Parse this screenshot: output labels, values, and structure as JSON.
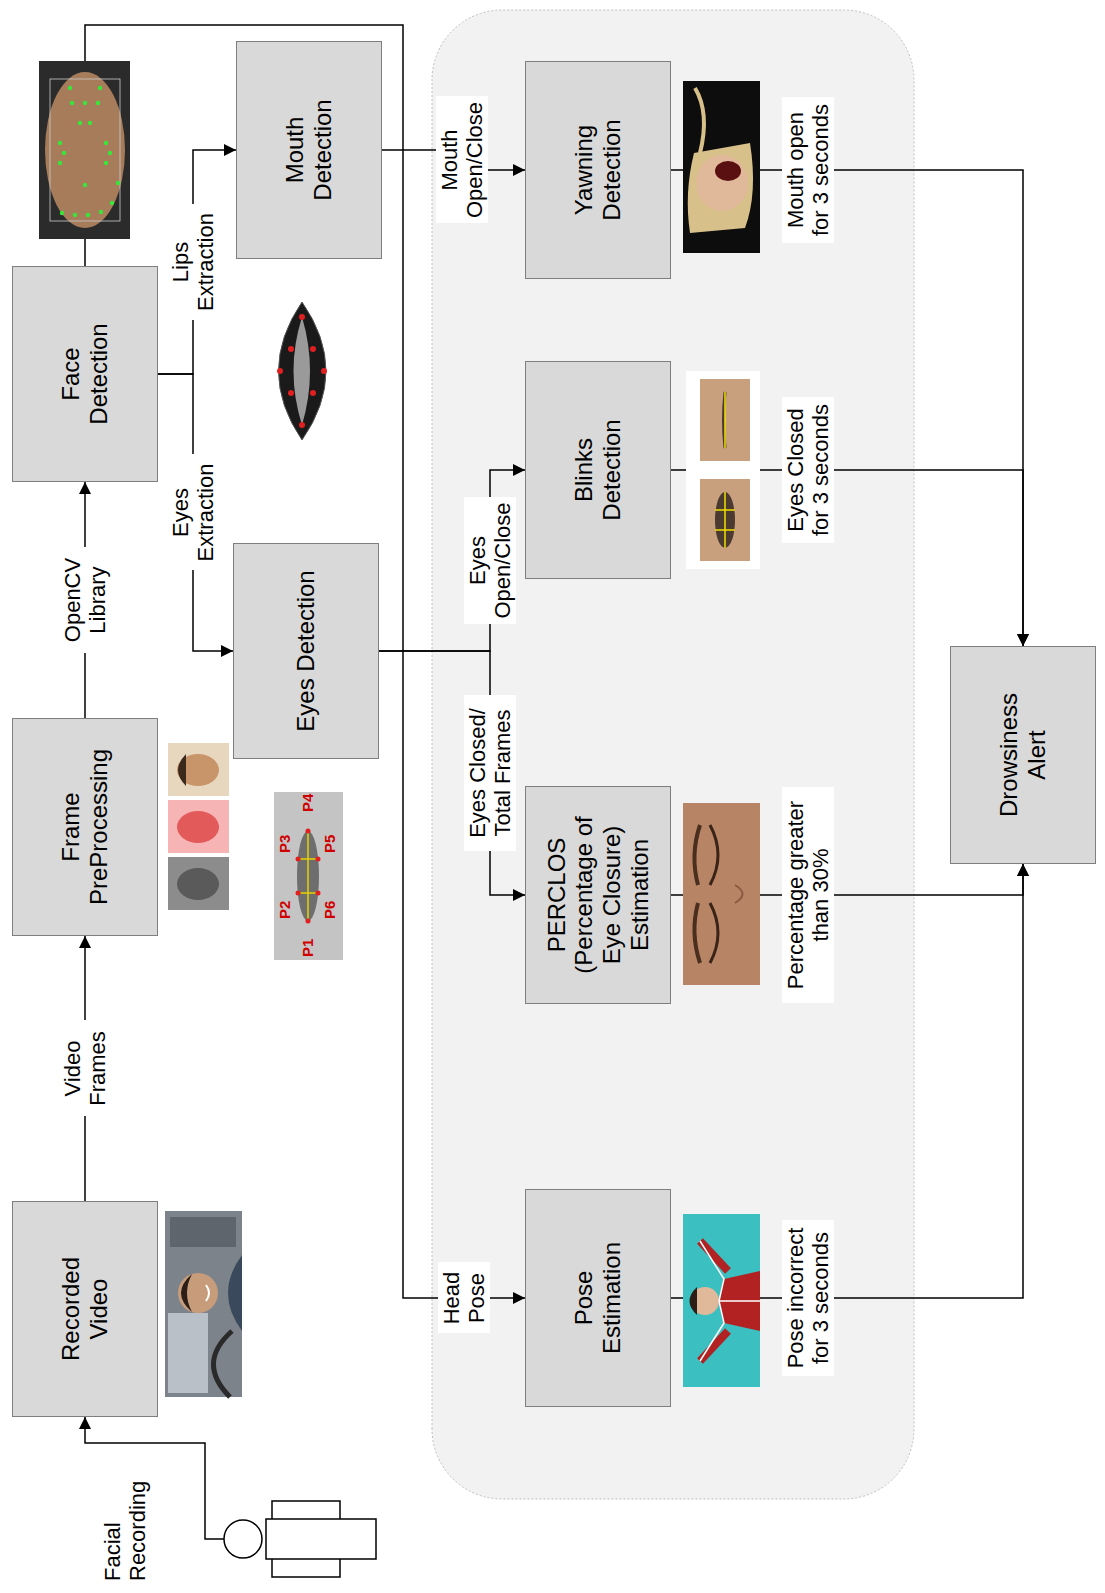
{
  "diagram": {
    "nodes": [
      {
        "text": [
          "Recorded Video"
        ]
      },
      {
        "text": [
          "Frame PreProcessing"
        ]
      },
      {
        "text": [
          "Face Detection"
        ]
      },
      {
        "text": [
          "Mouth Detection"
        ]
      },
      {
        "text": [
          "Eyes Detection"
        ]
      },
      {
        "text": [
          "Yawning Detection"
        ]
      },
      {
        "text": [
          "Blinks Detection"
        ]
      },
      {
        "text": [
          "PERCLOS (Percentage of Eye Closure) Estimation"
        ]
      },
      {
        "text": [
          "Pose Estimation"
        ]
      },
      {
        "text": [
          "Drowsiness Alert"
        ]
      }
    ],
    "edges": [
      {
        "from": 0,
        "to": 1,
        "label": "Video Frames",
        "arrow": "to"
      },
      {
        "from": 1,
        "to": 2,
        "label": "OpenCV Library",
        "arrow": "to"
      },
      {
        "from": 2,
        "to": 3,
        "label": "Lips Extraction",
        "arrow": "to"
      },
      {
        "from": 2,
        "to": 4,
        "label": "Eyes Extraction",
        "arrow": "to"
      },
      {
        "from": 2,
        "to": 8,
        "label": "Head Pose",
        "arrow": "to"
      },
      {
        "from": 3,
        "to": 5,
        "label": "Mouth Open/Close",
        "arrow": "to"
      },
      {
        "from": 4,
        "to": 6,
        "label": "Eyes Open/Close",
        "arrow": "to"
      },
      {
        "from": 4,
        "to": 7,
        "label": "Eyes Closed/ Total Frames",
        "arrow": "to"
      },
      {
        "from": 5,
        "to": 9,
        "label": "Mouth open for 3 seconds",
        "arrow": "to"
      },
      {
        "from": 6,
        "to": 9,
        "label": "Eyes Closed for 3 seconds",
        "arrow": "to"
      },
      {
        "from": 7,
        "to": 9,
        "label": "Percentage greater than 30%",
        "arrow": "to"
      },
      {
        "from": 8,
        "to": 9,
        "label": "Pose incorrect for 3 seconds",
        "arrow": "to"
      }
    ],
    "labels": [
      "Facial Recording",
      "P1",
      "P2",
      "P3",
      "P4",
      "P5",
      "P6"
    ]
  }
}
